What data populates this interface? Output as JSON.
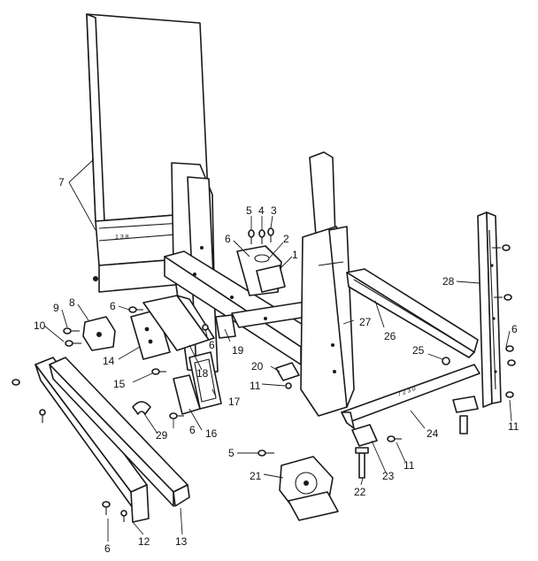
{
  "diagram": {
    "callouts": [
      {
        "id": "c7",
        "text": "7"
      },
      {
        "id": "c5a",
        "text": "5"
      },
      {
        "id": "c4",
        "text": "4"
      },
      {
        "id": "c3",
        "text": "3"
      },
      {
        "id": "c6a",
        "text": "6"
      },
      {
        "id": "c2",
        "text": "2"
      },
      {
        "id": "c1",
        "text": "1"
      },
      {
        "id": "c9",
        "text": "9"
      },
      {
        "id": "c8",
        "text": "8"
      },
      {
        "id": "c6b",
        "text": "6"
      },
      {
        "id": "c10",
        "text": "10"
      },
      {
        "id": "c14",
        "text": "14"
      },
      {
        "id": "c6c",
        "text": "6"
      },
      {
        "id": "c19",
        "text": "19"
      },
      {
        "id": "c18",
        "text": "18"
      },
      {
        "id": "c15",
        "text": "15"
      },
      {
        "id": "c20",
        "text": "20"
      },
      {
        "id": "c11a",
        "text": "11"
      },
      {
        "id": "c17",
        "text": "17"
      },
      {
        "id": "c6d",
        "text": "6"
      },
      {
        "id": "c16",
        "text": "16"
      },
      {
        "id": "c29",
        "text": "29"
      },
      {
        "id": "c27",
        "text": "27"
      },
      {
        "id": "c26",
        "text": "26"
      },
      {
        "id": "c28",
        "text": "28"
      },
      {
        "id": "c25",
        "text": "25"
      },
      {
        "id": "c6e",
        "text": "6"
      },
      {
        "id": "c11b",
        "text": "11"
      },
      {
        "id": "c24",
        "text": "24"
      },
      {
        "id": "c11c",
        "text": "11"
      },
      {
        "id": "c23",
        "text": "23"
      },
      {
        "id": "c22",
        "text": "22"
      },
      {
        "id": "c5b",
        "text": "5"
      },
      {
        "id": "c21",
        "text": "21"
      },
      {
        "id": "c6f",
        "text": "6"
      },
      {
        "id": "c12",
        "text": "12"
      },
      {
        "id": "c13",
        "text": "13"
      }
    ]
  }
}
